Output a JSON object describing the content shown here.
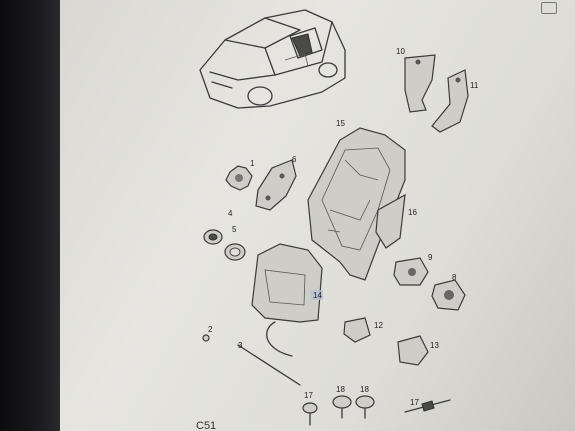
{
  "diagram": {
    "part_labels": {
      "p1": "1",
      "p2": "2",
      "p3": "3",
      "p4": "4",
      "p5": "5",
      "p6": "6",
      "p8": "8",
      "p9": "9",
      "p10": "10",
      "p11": "11",
      "p12": "12",
      "p13": "13",
      "p14": "14",
      "p15": "15",
      "p16": "16",
      "p17": "17",
      "p18": "18"
    },
    "page_code": "C51"
  }
}
